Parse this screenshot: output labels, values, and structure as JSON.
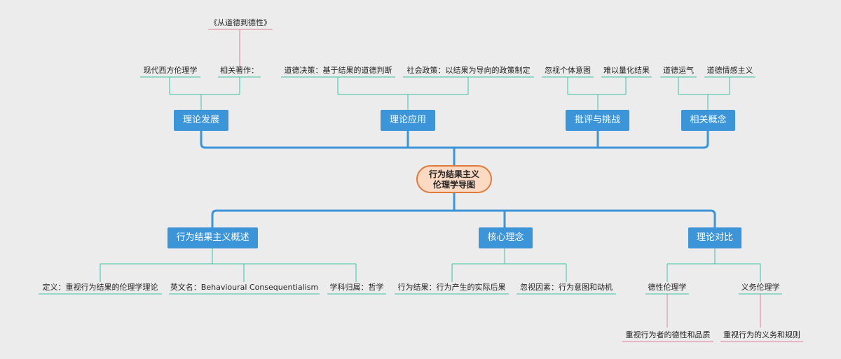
{
  "center": {
    "line1": "行为结果主义",
    "line2": "伦理学导图"
  },
  "top_branches": {
    "theory_dev": {
      "label": "理论发展",
      "leaves": {
        "modern": "现代西方伦理学",
        "works": "相关著作："
      },
      "book": "《从道德到德性》"
    },
    "theory_app": {
      "label": "理论应用",
      "leaves": {
        "decision": "道德决策：基于结果的道德判断",
        "policy": "社会政策：以结果为导向的政策制定"
      }
    },
    "critique": {
      "label": "批评与挑战",
      "leaves": {
        "ignore_intent": "忽视个体意图",
        "hard_quantify": "难以量化结果"
      }
    },
    "concepts": {
      "label": "相关概念",
      "leaves": {
        "moral_luck": "道德运气",
        "sentimentalism": "道德情感主义"
      }
    }
  },
  "bottom_branches": {
    "overview": {
      "label": "行为结果主义概述",
      "leaves": {
        "definition": "定义：重视行为结果的伦理学理论",
        "english": "英文名：Behavioural Consequentialism",
        "discipline": "学科归属：哲学"
      }
    },
    "core": {
      "label": "核心理念",
      "leaves": {
        "result": "行为结果：行为产生的实际后果",
        "ignored": "忽视因素：行为意图和动机"
      }
    },
    "contrast": {
      "label": "理论对比",
      "leaves": {
        "virtue": "德性伦理学",
        "duty": "义务伦理学",
        "virtue_note": "重视行为者的德性和品质",
        "duty_note": "重视行为的义务和规则"
      }
    }
  }
}
